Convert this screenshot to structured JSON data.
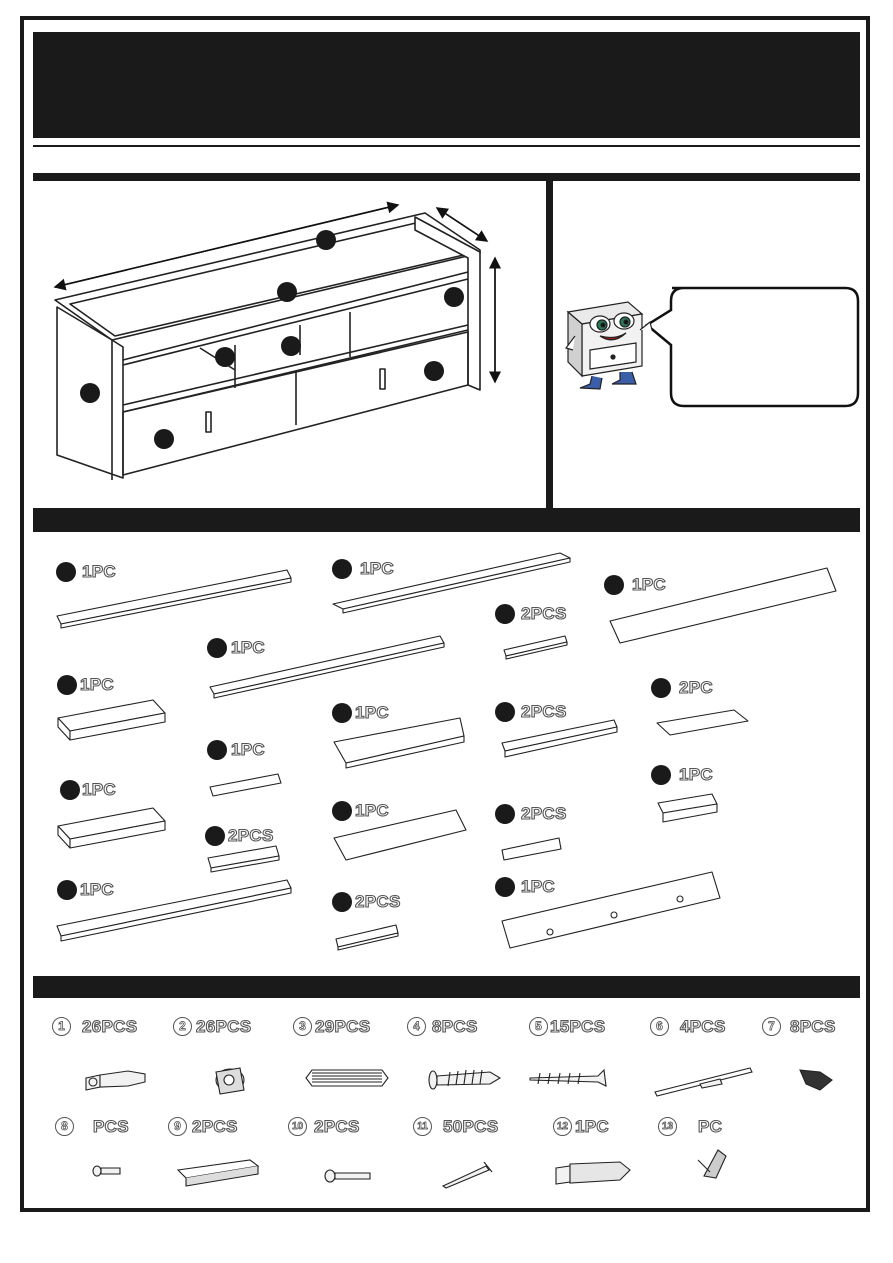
{
  "panel_quantities": [
    {
      "id": "p1",
      "qty": "1PC"
    },
    {
      "id": "p2",
      "qty": "1PC"
    },
    {
      "id": "p3",
      "qty": "1PC"
    },
    {
      "id": "p4",
      "qty": "2PCS"
    },
    {
      "id": "p5",
      "qty": "1PC"
    },
    {
      "id": "p6",
      "qty": "1PC"
    },
    {
      "id": "p7",
      "qty": "1PC"
    },
    {
      "id": "p8",
      "qty": "2PCS"
    },
    {
      "id": "p9",
      "qty": "2PC"
    },
    {
      "id": "p10",
      "qty": "1PC"
    },
    {
      "id": "p11",
      "qty": "1PC"
    },
    {
      "id": "p12",
      "qty": "1PC"
    },
    {
      "id": "p13",
      "qty": "1PC"
    },
    {
      "id": "p14",
      "qty": "2PCS"
    },
    {
      "id": "p15",
      "qty": "2PCS"
    },
    {
      "id": "p16",
      "qty": "1PC"
    },
    {
      "id": "p17",
      "qty": "2PCS"
    },
    {
      "id": "p18",
      "qty": "1PC"
    }
  ],
  "hardware": [
    {
      "num": "1",
      "qty": "26PCS",
      "icon": "cam-bolt-icon"
    },
    {
      "num": "2",
      "qty": "26PCS",
      "icon": "cam-lock-icon"
    },
    {
      "num": "3",
      "qty": "29PCS",
      "icon": "wood-dowel-icon"
    },
    {
      "num": "4",
      "qty": "8PCS",
      "icon": "long-screw-icon"
    },
    {
      "num": "5",
      "qty": "15PCS",
      "icon": "wood-screw-icon"
    },
    {
      "num": "6",
      "qty": "4PCS",
      "icon": "drawer-slide-icon"
    },
    {
      "num": "7",
      "qty": "8PCS",
      "icon": "short-screw-icon"
    },
    {
      "num": "8",
      "qty": "PCS",
      "icon": "small-screw-icon"
    },
    {
      "num": "9",
      "qty": "2PCS",
      "icon": "recessed-handle-icon"
    },
    {
      "num": "10",
      "qty": "2PCS",
      "icon": "machine-screw-icon"
    },
    {
      "num": "11",
      "qty": "50PCS",
      "icon": "nail-icon"
    },
    {
      "num": "12",
      "qty": "1PC",
      "icon": "anchor-fitting-icon"
    },
    {
      "num": "13",
      "qty": "PC",
      "icon": "wall-tie-icon"
    }
  ]
}
